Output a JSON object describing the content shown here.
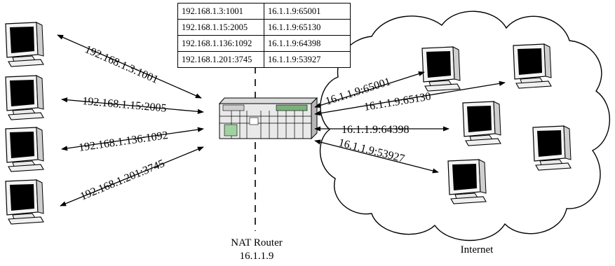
{
  "nat_table": {
    "rows": [
      [
        "192.168.1.3:1001",
        "16.1.1.9:65001"
      ],
      [
        "192.168.1.15:2005",
        "16.1.1.9:65130"
      ],
      [
        "192.168.1.136:1092",
        "16.1.1.9:64398"
      ],
      [
        "192.168.1.201:3745",
        "16.1.1.9:53927"
      ]
    ]
  },
  "private_links": [
    {
      "label": "192.168.1.3:1001"
    },
    {
      "label": "192.168.1.15:2005"
    },
    {
      "label": "192.168.1.136:1092"
    },
    {
      "label": "192.168.1.201:3745"
    }
  ],
  "public_links": [
    {
      "label": "16.1.1.9:65001"
    },
    {
      "label": "16.1.1.9:65130"
    },
    {
      "label": "16.1.1.9:64398"
    },
    {
      "label": "16.1.1.9:53927"
    }
  ],
  "router": {
    "name": "NAT Router",
    "ip": "16.1.1.9"
  },
  "cloud": {
    "label": "Internet"
  },
  "icons": {
    "computer": "computer-monitor-icon",
    "router": "router-device-icon",
    "cloud": "internet-cloud-icon"
  }
}
